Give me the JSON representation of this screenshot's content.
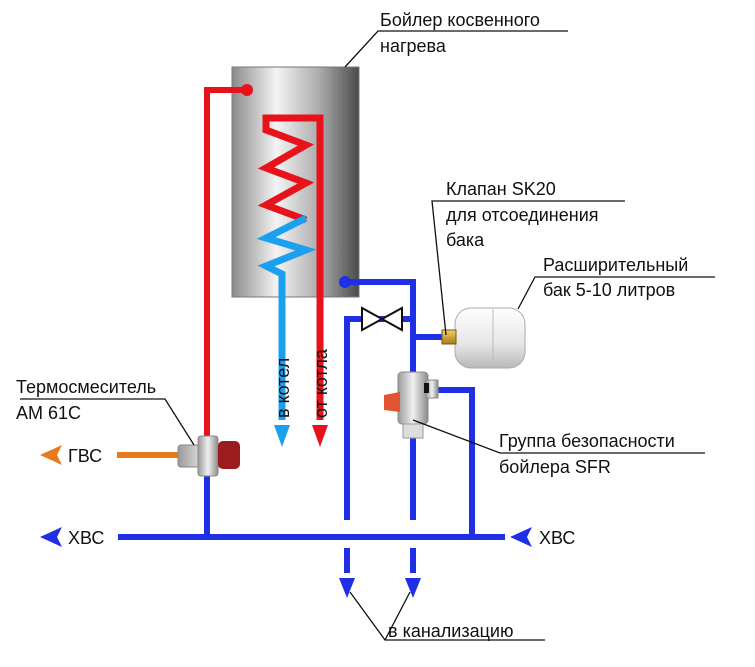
{
  "title": "Схема подключения бойлера косвенного нагрева",
  "colors": {
    "hot": "#e8121b",
    "cold": "#1f2fe6",
    "coil_cold": "#1aa0ee",
    "dhw": "#e87a1e",
    "leader": "#111111"
  },
  "labels": {
    "boiler": [
      "Бойлер косвенного",
      "нагрева"
    ],
    "valve_sk20": [
      "Клапан SK20",
      "для отсоединения",
      "бака"
    ],
    "expansion_tank": [
      "Расширительный",
      "бак 5-10 литров"
    ],
    "thermomixer": [
      "Термосмеситель",
      "АМ 61С"
    ],
    "safety_group": [
      "Группа безопасности",
      "бойлера SFR"
    ],
    "to_boiler": "в котел",
    "from_boiler": "от котла",
    "dhw": "ГВС",
    "cold_left": "ХВС",
    "cold_right": "ХВС",
    "drain": "в канализацию"
  }
}
